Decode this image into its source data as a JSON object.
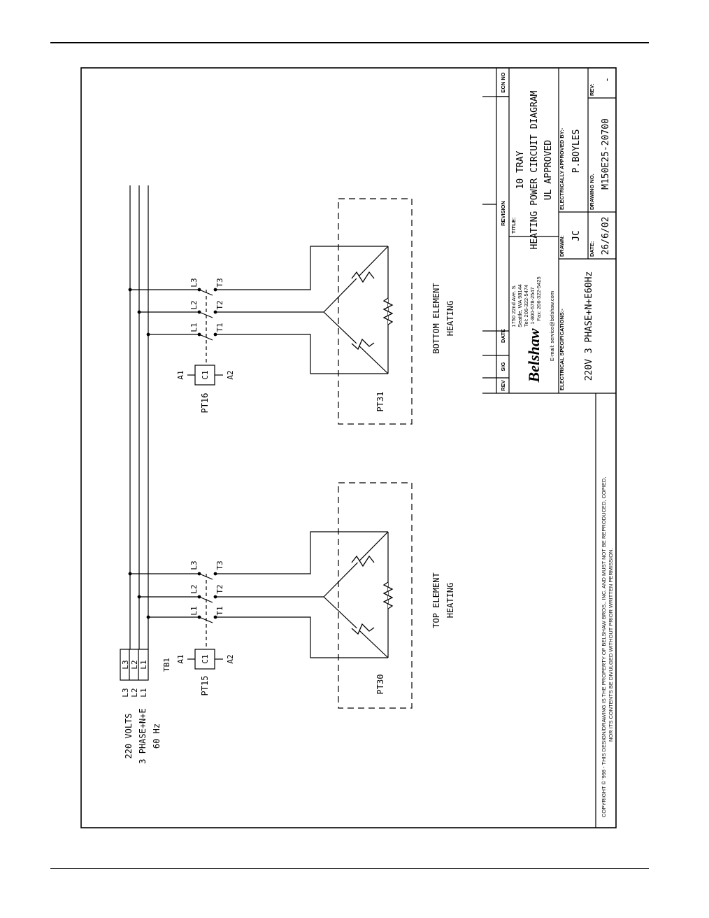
{
  "supply": {
    "line1": "220 VOLTS",
    "line2": "3 PHASE+N+E",
    "line3": "60 Hz",
    "terminal_labels": [
      "L3",
      "L2",
      "L1"
    ],
    "terminal_block": "TB1"
  },
  "contactor_top": {
    "id": "PT15",
    "coil": "C1",
    "coil_a1": "A1",
    "coil_a2": "A2",
    "line_terms": [
      "L1",
      "L2",
      "L3"
    ],
    "load_terms": [
      "T1",
      "T2",
      "T3"
    ]
  },
  "contactor_bottom": {
    "id": "PT16",
    "coil": "C1",
    "coil_a1": "A1",
    "coil_a2": "A2",
    "line_terms": [
      "L1",
      "L2",
      "L3"
    ],
    "load_terms": [
      "T1",
      "T2",
      "T3"
    ]
  },
  "elements": {
    "top_id": "PT30",
    "top_label_1": "TOP ELEMENT",
    "top_label_2": "HEATING",
    "bottom_id": "PT31",
    "bottom_label_1": "BOTTOM ELEMENT",
    "bottom_label_2": "HEATING"
  },
  "title_block": {
    "rev_header": "REV",
    "sig_header": "SIG",
    "date_header": "DATE",
    "revision_header": "REVISION",
    "ecn_header": "ECN NO",
    "logo": "Belshaw",
    "address": [
      "1750 22nd Ave. S.",
      "Seattle, WA 98144",
      "Tel: 206-322-5474",
      "1-800-578-2547",
      "Fax: 206-322-5425"
    ],
    "email": "E-mail: service@belshaw.com",
    "title_label": "TITLE:",
    "title_line1": "10 TRAY",
    "title_line2": "HEATING POWER CIRCUIT DIAGRAM",
    "title_line3": "UL APPROVED",
    "elec_spec_label": "ELECTRICAL SPECIFICATIONS:-",
    "elec_spec_value": "220V 3 PHASE+N+E60Hz",
    "drawn_label": "DRAWN:",
    "drawn_value": "JC",
    "approved_label": "ELECTRICALLY APPROVED BY:-",
    "approved_value": "P.BOYLES",
    "date_label": "DATE:",
    "date_value": "26/6/02",
    "drawing_no_label": "DRAWING NO.",
    "drawing_no_value": "M150E25-20700",
    "rev_label": "REV:",
    "rev_value": "-"
  },
  "copyright": {
    "line1": "COPYRIGHT © '998 - THIS DESIGN/DRAWING IS THE PROPERTY OF BELSHAW BROS., INC. AND MUST NOT BE REPRODUCED, COPIED,",
    "line2": "NOR ITS CONTENTS BE DIVULGED WITHOUT PRIOR WRITTEN PERMISSION."
  }
}
